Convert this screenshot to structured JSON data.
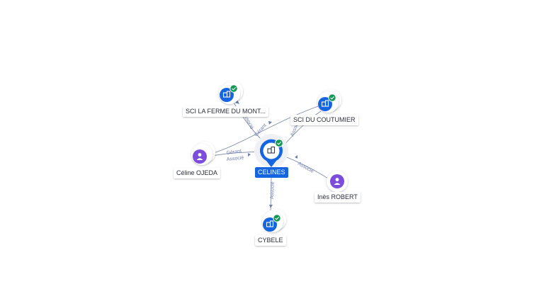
{
  "colors": {
    "company": "#1565e0",
    "person": "#7c4ddb",
    "check": "#149954",
    "edge": "#7a86a8",
    "edge_label": "#6f7fb0"
  },
  "center": {
    "label": "CELINES",
    "icon": "building-icon",
    "verified": true
  },
  "nodes": {
    "sci_ferme": {
      "label": "SCI LA FERME DU MONT...",
      "type": "company",
      "icon": "building-icon",
      "verified": true
    },
    "sci_coutumier": {
      "label": "SCI DU COUTUMIER",
      "type": "company",
      "icon": "building-icon",
      "verified": true
    },
    "celine": {
      "label": "Céline OJEDA",
      "type": "person",
      "icon": "person-icon"
    },
    "ines": {
      "label": "Inès ROBERT",
      "type": "person",
      "icon": "person-icon"
    },
    "cybele": {
      "label": "CYBELE",
      "type": "company",
      "icon": "building-icon",
      "verified": true
    }
  },
  "edges": {
    "ferme_center": "Associé",
    "celine_coutumier_1": "Gérant",
    "celine_coutumier_2": "Associé",
    "celine_center_1": "Gérant",
    "celine_center_2": "Associé",
    "coutumier_center": "Associé",
    "ines_center": "Associé",
    "center_cybele": "Associé"
  }
}
